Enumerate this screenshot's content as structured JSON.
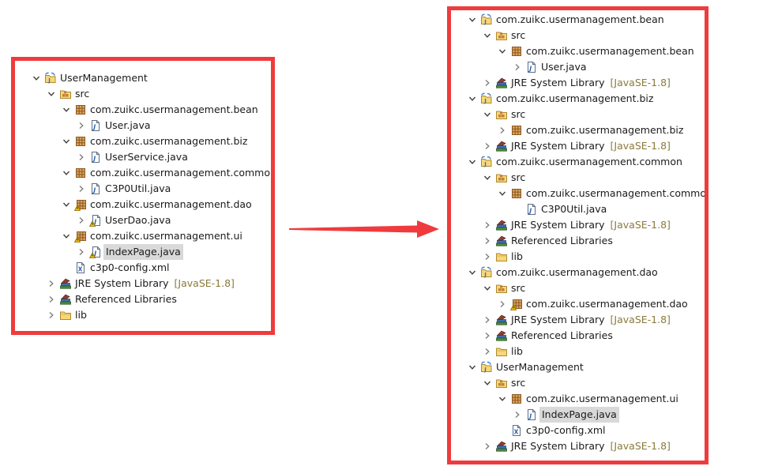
{
  "left_tree": {
    "title": "Package Explorer (before)",
    "nodes": [
      {
        "depth": 0,
        "toggle": "expanded",
        "icon": "java-project-icon",
        "label": "UserManagement",
        "decoration": ""
      },
      {
        "depth": 1,
        "toggle": "expanded",
        "icon": "source-folder-icon",
        "label": "src",
        "decoration": ""
      },
      {
        "depth": 2,
        "toggle": "expanded",
        "icon": "package-icon",
        "label": "com.zuikc.usermanagement.bean",
        "decoration": ""
      },
      {
        "depth": 3,
        "toggle": "collapsed",
        "icon": "java-file-icon",
        "label": "User.java",
        "decoration": ""
      },
      {
        "depth": 2,
        "toggle": "expanded",
        "icon": "package-icon",
        "label": "com.zuikc.usermanagement.biz",
        "decoration": ""
      },
      {
        "depth": 3,
        "toggle": "collapsed",
        "icon": "java-file-icon",
        "label": "UserService.java",
        "decoration": ""
      },
      {
        "depth": 2,
        "toggle": "expanded",
        "icon": "package-icon",
        "label": "com.zuikc.usermanagement.common",
        "decoration": ""
      },
      {
        "depth": 3,
        "toggle": "collapsed",
        "icon": "java-file-icon",
        "label": "C3P0Util.java",
        "decoration": ""
      },
      {
        "depth": 2,
        "toggle": "expanded",
        "icon": "package-warning-icon",
        "label": "com.zuikc.usermanagement.dao",
        "decoration": ""
      },
      {
        "depth": 3,
        "toggle": "collapsed",
        "icon": "java-file-warning-icon",
        "label": "UserDao.java",
        "decoration": ""
      },
      {
        "depth": 2,
        "toggle": "expanded",
        "icon": "package-warning-icon",
        "label": "com.zuikc.usermanagement.ui",
        "decoration": ""
      },
      {
        "depth": 3,
        "toggle": "collapsed",
        "icon": "java-file-warning-icon",
        "label": "IndexPage.java",
        "decoration": "",
        "selected": true
      },
      {
        "depth": 2,
        "toggle": "none",
        "icon": "xml-file-icon",
        "label": "c3p0-config.xml",
        "decoration": ""
      },
      {
        "depth": 1,
        "toggle": "collapsed",
        "icon": "library-icon",
        "label": "JRE System Library",
        "decoration": "[JavaSE-1.8]"
      },
      {
        "depth": 1,
        "toggle": "collapsed",
        "icon": "library-icon",
        "label": "Referenced Libraries",
        "decoration": ""
      },
      {
        "depth": 1,
        "toggle": "collapsed",
        "icon": "folder-icon",
        "label": "lib",
        "decoration": ""
      }
    ]
  },
  "right_tree": {
    "title": "Package Explorer (after)",
    "nodes": [
      {
        "depth": 0,
        "toggle": "expanded",
        "icon": "java-project-icon",
        "label": "com.zuikc.usermanagement.bean",
        "decoration": ""
      },
      {
        "depth": 1,
        "toggle": "expanded",
        "icon": "source-folder-icon",
        "label": "src",
        "decoration": ""
      },
      {
        "depth": 2,
        "toggle": "expanded",
        "icon": "package-icon",
        "label": "com.zuikc.usermanagement.bean",
        "decoration": ""
      },
      {
        "depth": 3,
        "toggle": "collapsed",
        "icon": "java-file-icon",
        "label": "User.java",
        "decoration": ""
      },
      {
        "depth": 1,
        "toggle": "collapsed",
        "icon": "library-icon",
        "label": "JRE System Library",
        "decoration": "[JavaSE-1.8]"
      },
      {
        "depth": 0,
        "toggle": "expanded",
        "icon": "java-project-icon",
        "label": "com.zuikc.usermanagement.biz",
        "decoration": ""
      },
      {
        "depth": 1,
        "toggle": "expanded",
        "icon": "source-folder-icon",
        "label": "src",
        "decoration": ""
      },
      {
        "depth": 2,
        "toggle": "collapsed",
        "icon": "package-icon",
        "label": "com.zuikc.usermanagement.biz",
        "decoration": ""
      },
      {
        "depth": 1,
        "toggle": "collapsed",
        "icon": "library-icon",
        "label": "JRE System Library",
        "decoration": "[JavaSE-1.8]"
      },
      {
        "depth": 0,
        "toggle": "expanded",
        "icon": "java-project-icon",
        "label": "com.zuikc.usermanagement.common",
        "decoration": ""
      },
      {
        "depth": 1,
        "toggle": "expanded",
        "icon": "source-folder-icon",
        "label": "src",
        "decoration": ""
      },
      {
        "depth": 2,
        "toggle": "expanded",
        "icon": "package-icon",
        "label": "com.zuikc.usermanagement.common",
        "decoration": ""
      },
      {
        "depth": 3,
        "toggle": "none",
        "icon": "java-file-icon",
        "label": "C3P0Util.java",
        "decoration": ""
      },
      {
        "depth": 1,
        "toggle": "collapsed",
        "icon": "library-icon",
        "label": "JRE System Library",
        "decoration": "[JavaSE-1.8]"
      },
      {
        "depth": 1,
        "toggle": "collapsed",
        "icon": "library-icon",
        "label": "Referenced Libraries",
        "decoration": ""
      },
      {
        "depth": 1,
        "toggle": "collapsed",
        "icon": "folder-icon",
        "label": "lib",
        "decoration": ""
      },
      {
        "depth": 0,
        "toggle": "expanded",
        "icon": "java-project-icon",
        "label": "com.zuikc.usermanagement.dao",
        "decoration": ""
      },
      {
        "depth": 1,
        "toggle": "expanded",
        "icon": "source-folder-icon",
        "label": "src",
        "decoration": ""
      },
      {
        "depth": 2,
        "toggle": "collapsed",
        "icon": "package-warning-icon",
        "label": "com.zuikc.usermanagement.dao",
        "decoration": ""
      },
      {
        "depth": 1,
        "toggle": "collapsed",
        "icon": "library-icon",
        "label": "JRE System Library",
        "decoration": "[JavaSE-1.8]"
      },
      {
        "depth": 1,
        "toggle": "collapsed",
        "icon": "library-icon",
        "label": "Referenced Libraries",
        "decoration": ""
      },
      {
        "depth": 1,
        "toggle": "collapsed",
        "icon": "folder-icon",
        "label": "lib",
        "decoration": ""
      },
      {
        "depth": 0,
        "toggle": "expanded",
        "icon": "java-project-icon",
        "label": "UserManagement",
        "decoration": ""
      },
      {
        "depth": 1,
        "toggle": "expanded",
        "icon": "source-folder-icon",
        "label": "src",
        "decoration": ""
      },
      {
        "depth": 2,
        "toggle": "expanded",
        "icon": "package-icon",
        "label": "com.zuikc.usermanagement.ui",
        "decoration": ""
      },
      {
        "depth": 3,
        "toggle": "collapsed",
        "icon": "java-file-icon",
        "label": "IndexPage.java",
        "decoration": "",
        "selected": true
      },
      {
        "depth": 2,
        "toggle": "none",
        "icon": "xml-file-icon",
        "label": "c3p0-config.xml",
        "decoration": ""
      },
      {
        "depth": 1,
        "toggle": "collapsed",
        "icon": "library-icon",
        "label": "JRE System Library",
        "decoration": "[JavaSE-1.8]"
      }
    ]
  },
  "colors": {
    "highlight_border": "#ef3b3d",
    "arrow": "#ef3b3d",
    "selection": "#d9d9d9",
    "decoration_text": "#8a7a3a",
    "text": "#1a1a1a"
  }
}
